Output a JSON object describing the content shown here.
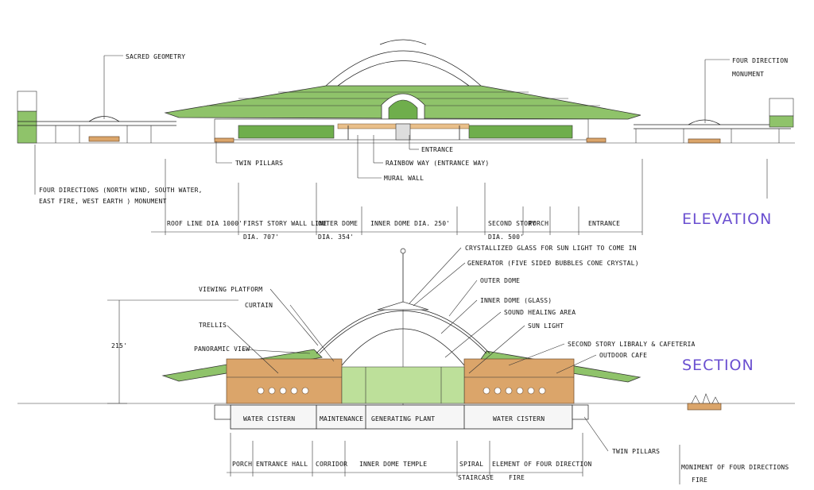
{
  "titles": {
    "elevation": "ELEVATION",
    "section": "SECTION"
  },
  "elevation": {
    "callouts": {
      "sacred_geometry": "SACRED GEOMETRY",
      "four_direction_1": "FOUR DIRECTION",
      "four_direction_2": "MONUMENT",
      "twin_pillars": "TWIN PILLARS",
      "entrance": "ENTRANCE",
      "rainbow_way": "RAINBOW WAY (ENTRANCE WAY)",
      "mural_wall": "MURAL WALL",
      "four_directions_1": "FOUR DIRECTIONS (NORTH WIND, SOUTH WATER,",
      "four_directions_2": "EAST FIRE, WEST EARTH ) MONUMENT"
    },
    "dims": {
      "roof_line": "ROOF LINE DIA 1000'",
      "first_story": "FIRST STORY WALL LINE",
      "first_story_dia": "DIA. 707'",
      "outer_dome": "OUTER DOME",
      "outer_dome_dia": "DIA. 354'",
      "inner_dome": "INNER DOME DIA. 250'",
      "second_story": "SECOND STORY",
      "second_story_dia": "DIA. 500'",
      "porch": "PORCH",
      "entrance": "ENTRANCE"
    }
  },
  "section": {
    "height": "215'",
    "callouts": {
      "crystallized_glass": "CRYSTALLIZED GLASS FOR SUN LIGHT TO COME IN",
      "generator": "GENERATOR (FIVE SIDED BUBBLES CONE CRYSTAL)",
      "viewing_platform": "VIEWING PLATFORM",
      "outer_dome": "OUTER DOME",
      "curtain": "CURTAIN",
      "inner_dome_glass": "INNER DOME (GLASS)",
      "sound_healing": "SOUND HEALING AREA",
      "trellis": "TRELLIS",
      "sun_light": "SUN LIGHT",
      "panoramic_view": "PANORAMIC VIEW",
      "second_story": "SECOND STORY LIBRALY & CAFETERIA",
      "outdoor_cafe": "OUTDOOR CAFE",
      "twin_pillars": "TWIN PILLARS"
    },
    "rooms": {
      "water_cistern_left": "WATER CISTERN",
      "maintenance": "MAINTENANCE",
      "generating_plant": "GENERATING PLANT",
      "water_cistern_right": "WATER CISTERN"
    },
    "dims": {
      "porch": "PORCH",
      "entrance_hall": "ENTRANCE HALL",
      "corridor": "CORRIDOR",
      "inner_dome_temple": "INNER DOME TEMPLE",
      "spiral": "SPIRAL",
      "staircase": "STAIRCASE",
      "element_1": "ELEMENT OF FOUR DIRECTION",
      "element_2": "FIRE",
      "monument_1": "MONIMENT OF FOUR DIRECTIONS",
      "monument_2": "FIRE"
    }
  }
}
